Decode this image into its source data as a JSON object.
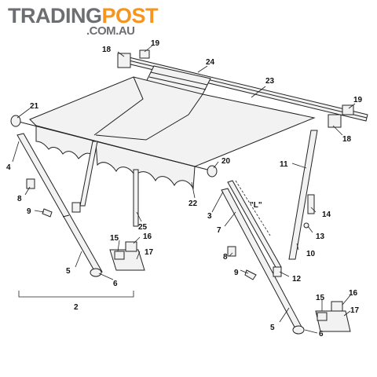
{
  "watermark": {
    "brand_left": "TRADING",
    "brand_right": "POST",
    "domain": ".COM.AU",
    "colors": {
      "left": "#6d6e71",
      "right": "#f7941d"
    }
  },
  "callouts": {
    "n2": "2",
    "n3": "3",
    "n4": "4",
    "n5a": "5",
    "n5b": "5",
    "n6a": "6",
    "n6b": "6",
    "n7": "7",
    "n8a": "8",
    "n8b": "8",
    "n9a": "9",
    "n9b": "9",
    "n10": "10",
    "n11": "11",
    "n12": "12",
    "n13": "13",
    "n14": "14",
    "n15a": "15",
    "n15b": "15",
    "n16a": "16",
    "n16b": "16",
    "n17a": "17",
    "n17b": "17",
    "n18a": "18",
    "n18b": "18",
    "n19a": "19",
    "n19b": "19",
    "n20": "20",
    "n21": "21",
    "n22": "22",
    "n23": "23",
    "n24": "24",
    "n25": "25",
    "dim_l": "\"L\""
  }
}
